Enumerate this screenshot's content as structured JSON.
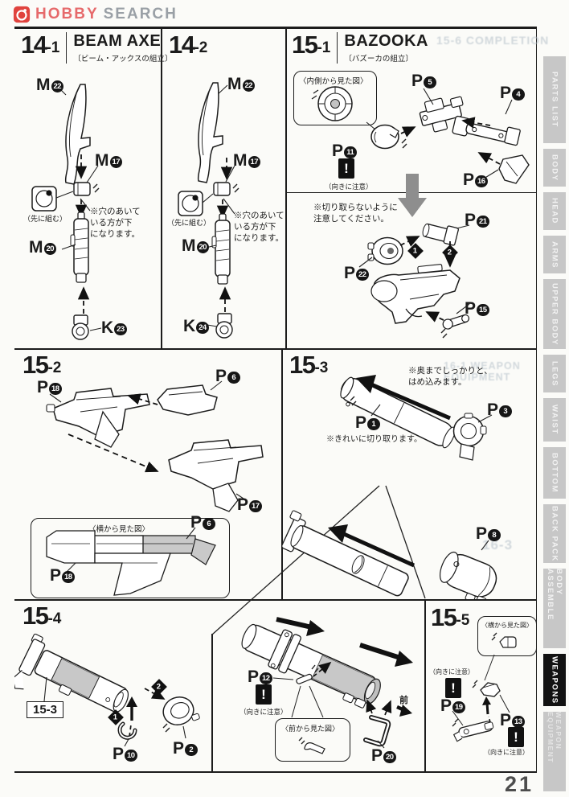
{
  "header": {
    "logo_brand": "HOBBY",
    "logo_rest": "SEARCH"
  },
  "footer": {
    "page_number": "21"
  },
  "glyphs": {
    "warning": "!"
  },
  "sidebar": {
    "tabs": [
      {
        "label": "PARTS LIST",
        "active": false
      },
      {
        "label": "BODY",
        "active": false
      },
      {
        "label": "HEAD",
        "active": false
      },
      {
        "label": "ARMS",
        "active": false
      },
      {
        "label": "UPPER BODY",
        "active": false
      },
      {
        "label": "LEGS",
        "active": false
      },
      {
        "label": "WAIST",
        "active": false
      },
      {
        "label": "BOTTOM",
        "active": false
      },
      {
        "label": "BACK PACK",
        "active": false
      },
      {
        "label": "BODY ASSEMBLE",
        "active": false
      },
      {
        "label": "WEAPONS",
        "active": true
      },
      {
        "label": "WEAPON EQUIPMENT",
        "active": false
      }
    ]
  },
  "bleedthrough": {
    "t1": "15-6 COMPLETION",
    "t2": "16-1 WEAPON EQUIPMENT",
    "t3": "16-3"
  },
  "panels": {
    "s14_1": {
      "num": "14",
      "suffix": "-1",
      "title": "BEAM AXE",
      "subtitle": "〔ビーム・アックスの組立〕",
      "first_note": "（先に組む）",
      "hole_note": "※穴のあいて\nいる方が下\nになります。",
      "labels": {
        "m22": {
          "letter": "M",
          "n": "22"
        },
        "m17": {
          "letter": "M",
          "n": "17"
        },
        "m20": {
          "letter": "M",
          "n": "20"
        },
        "k23": {
          "letter": "K",
          "n": "23"
        }
      }
    },
    "s14_2": {
      "num": "14",
      "suffix": "-2",
      "first_note": "（先に組む）",
      "hole_note": "※穴のあいて\nいる方が下\nになります。",
      "labels": {
        "m22": {
          "letter": "M",
          "n": "22"
        },
        "m17": {
          "letter": "M",
          "n": "17"
        },
        "m20": {
          "letter": "M",
          "n": "20"
        },
        "k24": {
          "letter": "K",
          "n": "24"
        }
      }
    },
    "s15_1": {
      "num": "15",
      "suffix": "-1",
      "title": "BAZOOKA",
      "subtitle": "〔バズーカの組立〕",
      "inner_view_caption": "〈内側から見た図〉",
      "orient_note": "（向きに注意）",
      "cut_note": "※切り取らないように\n注意してください。",
      "step1": "1",
      "step2": "2",
      "labels": {
        "p5": {
          "letter": "P",
          "n": "5"
        },
        "p4": {
          "letter": "P",
          "n": "4"
        },
        "p11": {
          "letter": "P",
          "n": "11"
        },
        "p16": {
          "letter": "P",
          "n": "16"
        },
        "p21": {
          "letter": "P",
          "n": "21"
        },
        "p22": {
          "letter": "P",
          "n": "22"
        },
        "p15": {
          "letter": "P",
          "n": "15"
        }
      }
    },
    "s15_2": {
      "num": "15",
      "suffix": "-2",
      "side_view_caption": "〈横から見た図〉",
      "labels": {
        "p18": {
          "letter": "P",
          "n": "18"
        },
        "p6": {
          "letter": "P",
          "n": "6"
        },
        "p17": {
          "letter": "P",
          "n": "17"
        },
        "p6_side": {
          "letter": "P",
          "n": "6"
        },
        "p18_side": {
          "letter": "P",
          "n": "18"
        }
      }
    },
    "s15_3": {
      "num": "15",
      "suffix": "-3",
      "fit_note": "※奥までしっかりと、\nはめ込みます。",
      "cut_note": "※きれいに切り取ります。",
      "labels": {
        "p1": {
          "letter": "P",
          "n": "1"
        },
        "p3": {
          "letter": "P",
          "n": "3"
        },
        "p8": {
          "letter": "P",
          "n": "8"
        }
      }
    },
    "s15_4": {
      "num": "15",
      "suffix": "-4",
      "ref": "15-3",
      "step1": "1",
      "step2": "2",
      "labels": {
        "p10": {
          "letter": "P",
          "n": "10"
        },
        "p2": {
          "letter": "P",
          "n": "2"
        }
      }
    },
    "s15_mid": {
      "orient_note": "（向きに注意）",
      "front_view_caption": "〈前から見た図〉",
      "front_label": "前",
      "labels": {
        "p12": {
          "letter": "P",
          "n": "12"
        },
        "p20": {
          "letter": "P",
          "n": "20"
        }
      }
    },
    "s15_5": {
      "num": "15",
      "suffix": "-5",
      "side_view_caption": "〈横から見た図〉",
      "orient_note_left": "（向きに注意）",
      "orient_note_right": "（向きに注意）",
      "labels": {
        "p19": {
          "letter": "P",
          "n": "19"
        },
        "p13": {
          "letter": "P",
          "n": "13"
        }
      }
    }
  }
}
